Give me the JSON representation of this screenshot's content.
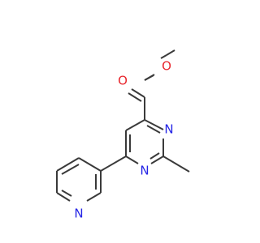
{
  "molecule": {
    "atoms": {
      "o_carbonyl": {
        "element": "O",
        "label": "O",
        "color": "#e8262d"
      },
      "o_ester": {
        "element": "O",
        "label": "O",
        "color": "#e8262d"
      },
      "n_pyrimidine_1": {
        "element": "N",
        "label": "N",
        "color": "#2525e6"
      },
      "n_pyrimidine_3": {
        "element": "N",
        "label": "N",
        "color": "#2525e6"
      },
      "n_pyridine": {
        "element": "N",
        "label": "N",
        "color": "#2525e6"
      }
    },
    "bond_color": "#3a3a3a",
    "background": "#ffffff"
  }
}
